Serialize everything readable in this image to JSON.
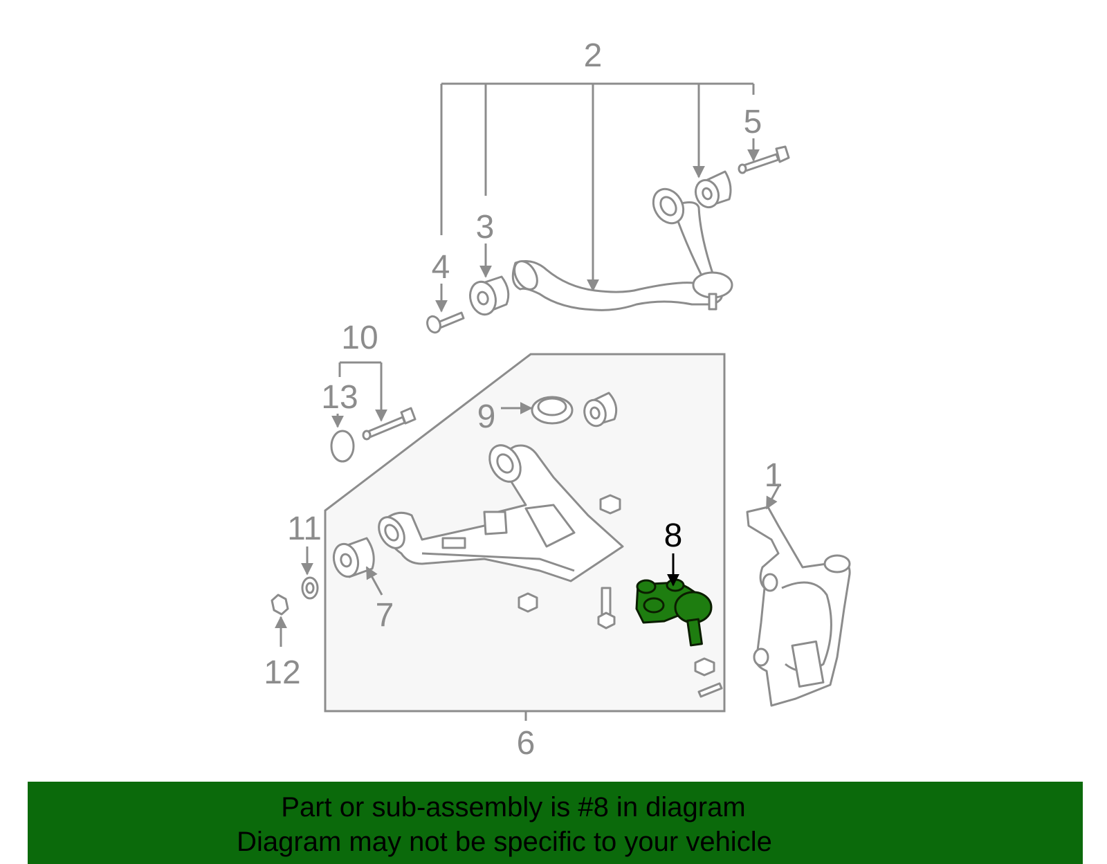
{
  "callouts": {
    "c1": "1",
    "c2": "2",
    "c3": "3",
    "c4": "4",
    "c5": "5",
    "c6": "6",
    "c7": "7",
    "c8": "8",
    "c9": "9",
    "c10": "10",
    "c11": "11",
    "c12": "12",
    "c13": "13"
  },
  "banner": {
    "line1": "Part or sub-assembly is #8 in diagram",
    "line2": "Diagram may not be specific to your vehicle"
  },
  "colors": {
    "line": "#8c8c8c",
    "highlight": "#1e7d10",
    "banner": "#0b6a0b",
    "panel": "#f7f7f7"
  },
  "icons": [
    "arrow-icon",
    "bolt-icon",
    "bushing-icon",
    "nut-icon",
    "ball-joint-icon"
  ]
}
